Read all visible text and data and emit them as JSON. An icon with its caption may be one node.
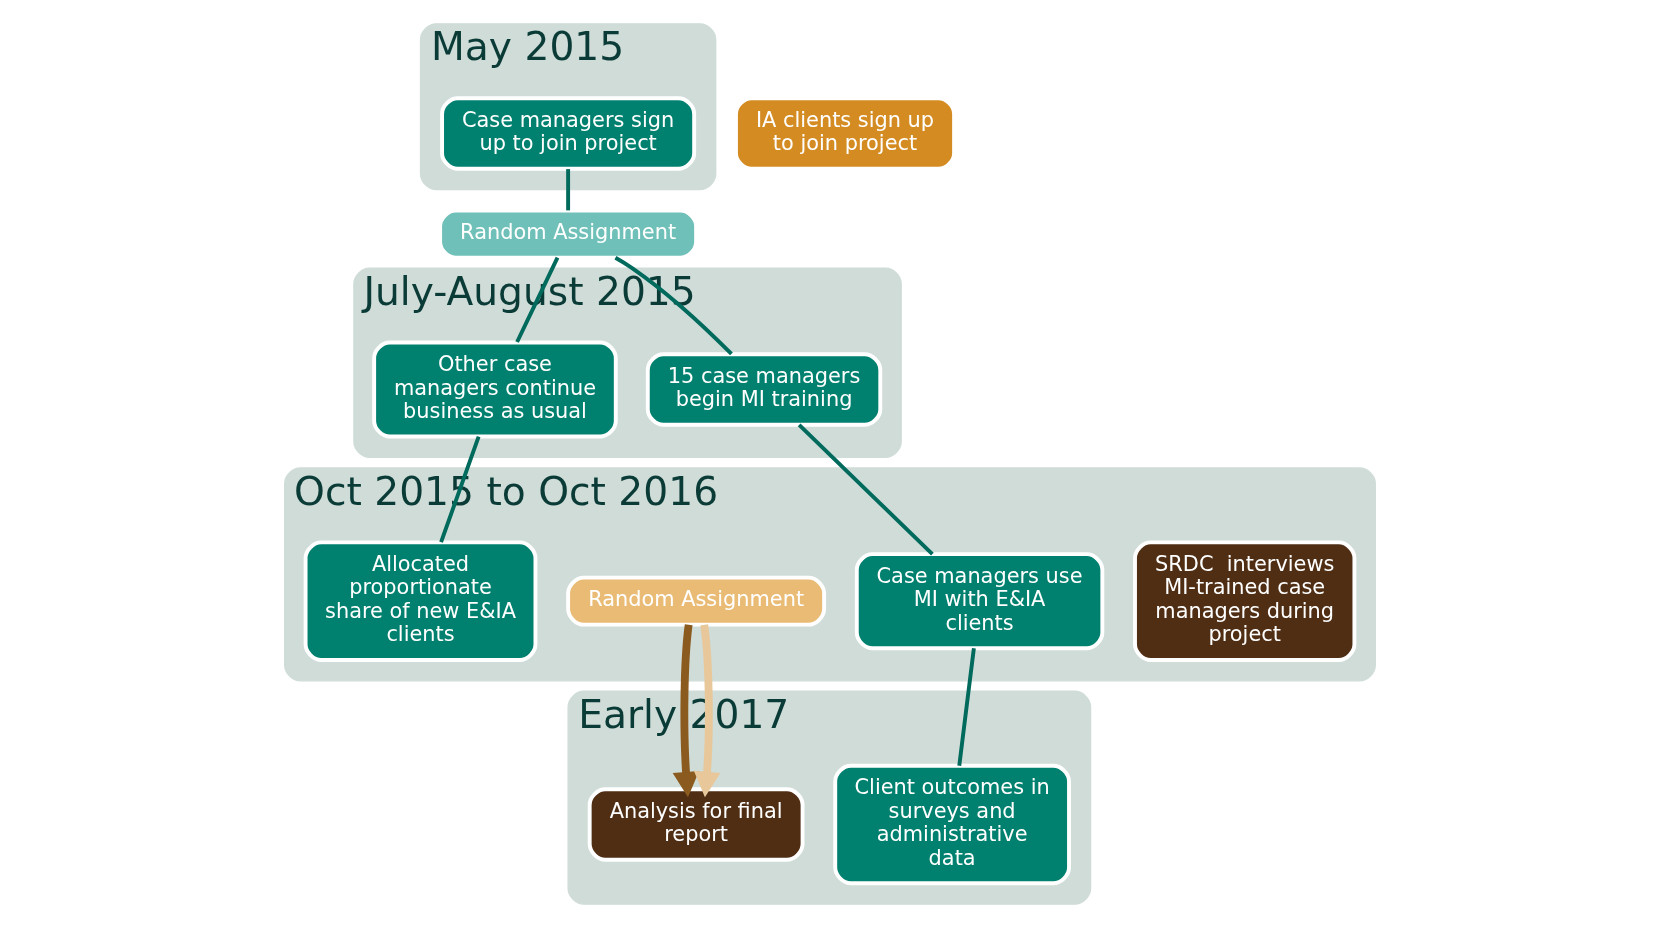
{
  "diagram": {
    "nodes": [
      {
        "text": [
          "May 2015"
        ]
      },
      {
        "text": [
          "July-August 2015"
        ]
      },
      {
        "text": [
          "Oct 2015 to Oct 2016"
        ]
      },
      {
        "text": [
          "Early 2017"
        ]
      },
      {
        "text": [
          "Case managers sign up to join project"
        ],
        "in": 0
      },
      {
        "text": [
          "Random Assignment"
        ]
      },
      {
        "text": [
          "15 case managers begin MI training"
        ],
        "in": 1
      },
      {
        "text": [
          "Other case managers continue business as usual"
        ],
        "in": 1
      },
      {
        "text": [
          "IA clients sign up to join project"
        ]
      },
      {
        "text": [
          "SRDC  interviews MI-trained case managers during project"
        ],
        "in": 2
      },
      {
        "text": [
          "Case managers use MI with E&IA clients"
        ],
        "in": 2
      },
      {
        "text": [
          "Random Assignment"
        ],
        "in": 2
      },
      {
        "text": [
          "Allocated proportionate share of new E&IA clients"
        ],
        "in": 2
      },
      {
        "text": [
          "Client outcomes in surveys and administrative data"
        ],
        "in": 3
      },
      {
        "text": [
          "Analysis for final report"
        ],
        "in": 3
      }
    ],
    "edges": [
      {
        "from": 4,
        "to": 5,
        "arrow": "none"
      },
      {
        "from": 5,
        "to": 6,
        "arrow": "none"
      },
      {
        "from": 5,
        "to": 7,
        "arrow": "none"
      },
      {
        "from": 6,
        "to": 10,
        "arrow": "none"
      },
      {
        "from": 7,
        "to": 12,
        "arrow": "none"
      },
      {
        "from": 10,
        "to": 13,
        "arrow": "none"
      },
      {
        "from": 11,
        "to": 14,
        "arrow": "to",
        "style": "thick",
        "color": "#8a5a1e"
      },
      {
        "from": 11,
        "to": 14,
        "arrow": "to",
        "style": "thick",
        "color": "#e8c89a"
      }
    ]
  }
}
